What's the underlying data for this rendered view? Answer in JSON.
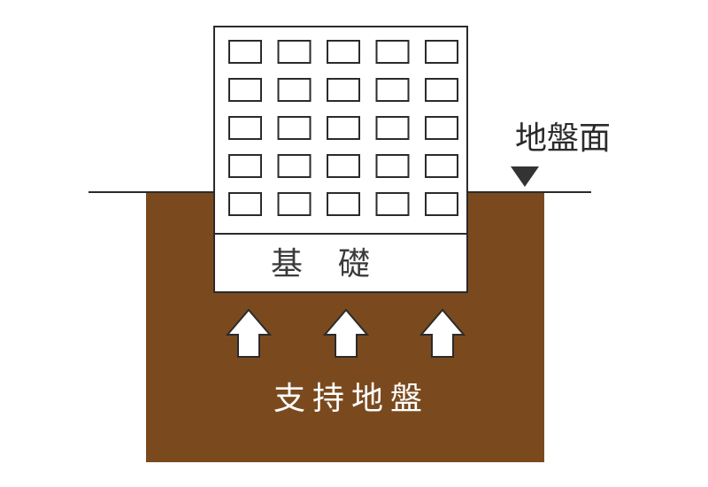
{
  "labels": {
    "foundation": "基礎",
    "bearing_ground": "支持地盤",
    "ground_surface": "地盤面"
  },
  "building": {
    "window_rows": 5,
    "window_cols": 5
  },
  "arrows": {
    "count": 3,
    "direction": "up"
  },
  "colors": {
    "soil": "#7a4a1e",
    "outline": "#2b2b2b",
    "building_fill": "#ffffff",
    "ground_text": "#ffffff",
    "surface_marker": "#333333"
  },
  "icons": {
    "surface_marker": "inverted-triangle-icon",
    "load_arrow": "up-arrow-icon"
  }
}
